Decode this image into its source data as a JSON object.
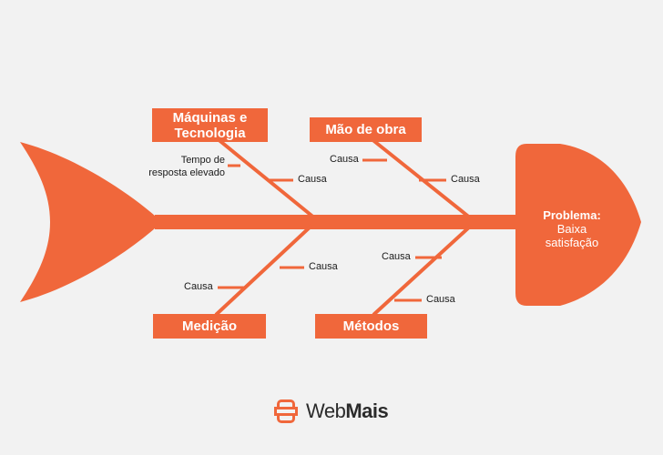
{
  "colors": {
    "accent": "#f0673b",
    "background": "#f2f2f2",
    "text": "#1a1a1a"
  },
  "categories": {
    "maquinas": "Máquinas e\nTecnologia",
    "mao_de_obra": "Mão de obra",
    "medicao": "Medição",
    "metodos": "Métodos"
  },
  "causes": {
    "maquinas_1": "Tempo de\nresposta elevado",
    "maquinas_2": "Causa",
    "mao_1": "Causa",
    "mao_2": "Causa",
    "medicao_1": "Causa",
    "medicao_2": "Causa",
    "metodos_1": "Causa",
    "metodos_2": "Causa"
  },
  "problem": {
    "title": "Problema:",
    "text": "Baixa\nsatisfação"
  },
  "logo": {
    "text_web": "Web",
    "text_mais": "Mais",
    "icon": "webmais-logo-icon"
  }
}
